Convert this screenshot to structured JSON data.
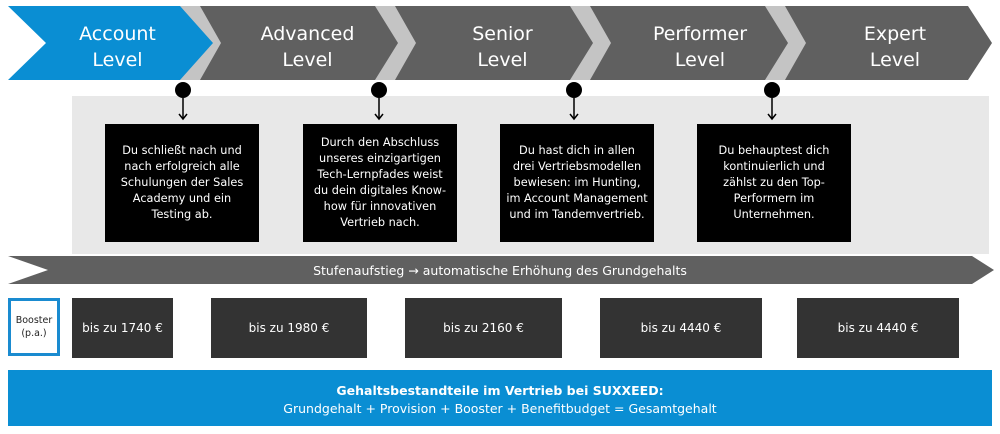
{
  "levels": [
    {
      "label": "Account\nLevel",
      "active": true
    },
    {
      "label": "Advanced\nLevel",
      "active": false
    },
    {
      "label": "Senior\nLevel",
      "active": false
    },
    {
      "label": "Performer\nLevel",
      "active": false
    },
    {
      "label": "Expert\nLevel",
      "active": false
    }
  ],
  "descriptions": [
    "Du schließt nach und\nnach erfolgreich alle\nSchulungen der Sales\nAcademy und ein\nTesting ab.",
    "Durch den Abschluss\nunseres einzigartigen\nTech-Lernpfades weist\ndu dein digitales Know-\nhow für innovativen\nVertrieb nach.",
    "Du hast dich in allen\ndrei Vertriebsmodellen\nbewiesen: im Hunting,\nim Account Management\nund im Tandemvertrieb.",
    "Du behauptest dich\nkontinuierlich und\nzählst zu den Top-\nPerformern im\nUnternehmen."
  ],
  "progression_label": "Stufenaufstieg → automatische Erhöhung des Grundgehalts",
  "booster_label": "Booster\n(p.a.)",
  "boosters": [
    "bis zu 1740 €",
    "bis zu 1980 €",
    "bis zu 2160 €",
    "bis zu 4440 €",
    "bis zu 4440 €"
  ],
  "footer": {
    "title": "Gehaltsbestandteile im Vertrieb bei SUXXEED:",
    "formula": "Grundgehalt + Provision + Booster + Benefitbudget = Gesamtgehalt"
  },
  "colors": {
    "active": "#0a8ed3",
    "inactive": "#606060",
    "gap": "#c4c4c4",
    "dark": "#333333",
    "black": "#000000"
  }
}
